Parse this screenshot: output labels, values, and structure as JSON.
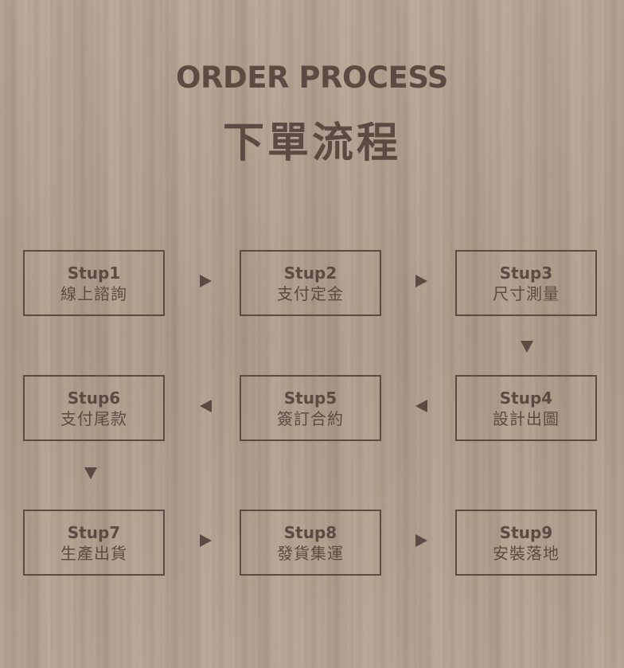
{
  "header": {
    "title_en": "ORDER PROCESS",
    "title_zh": "下單流程"
  },
  "steps": [
    {
      "code": "Stup1",
      "name": "線上諮詢"
    },
    {
      "code": "Stup2",
      "name": "支付定金"
    },
    {
      "code": "Stup3",
      "name": "尺寸測量"
    },
    {
      "code": "Stup4",
      "name": "設計出圖"
    },
    {
      "code": "Stup5",
      "name": "簽訂合約"
    },
    {
      "code": "Stup6",
      "name": "支付尾款"
    },
    {
      "code": "Stup7",
      "name": "生產出貨"
    },
    {
      "code": "Stup8",
      "name": "發貨集運"
    },
    {
      "code": "Stup9",
      "name": "安裝落地"
    }
  ],
  "arrows": [
    {
      "from": 1,
      "to": 2,
      "icon": "arrow-right-icon"
    },
    {
      "from": 2,
      "to": 3,
      "icon": "arrow-right-icon"
    },
    {
      "from": 3,
      "to": 4,
      "icon": "arrow-down-icon"
    },
    {
      "from": 4,
      "to": 5,
      "icon": "arrow-left-icon"
    },
    {
      "from": 5,
      "to": 6,
      "icon": "arrow-left-icon"
    },
    {
      "from": 6,
      "to": 7,
      "icon": "arrow-down-icon"
    },
    {
      "from": 7,
      "to": 8,
      "icon": "arrow-right-icon"
    },
    {
      "from": 8,
      "to": 9,
      "icon": "arrow-right-icon"
    }
  ],
  "colors": {
    "text": "#5d4a42",
    "background": "#b3a190"
  }
}
